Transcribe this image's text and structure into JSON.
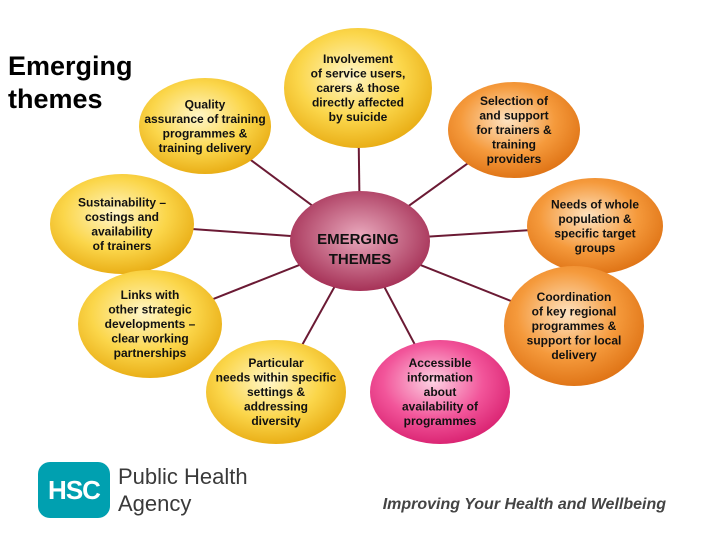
{
  "title": {
    "line1": "Emerging",
    "line2": "themes"
  },
  "center": {
    "lines": [
      "EMERGING",
      "THEMES"
    ]
  },
  "nodes": [
    {
      "id": "quality",
      "lines": [
        "Quality",
        "assurance of training",
        "programmes &",
        "training delivery"
      ]
    },
    {
      "id": "involvement",
      "lines": [
        "Involvement",
        "of service users,",
        "carers & those",
        "directly affected",
        "by suicide"
      ]
    },
    {
      "id": "selection",
      "lines": [
        "Selection of",
        "and support",
        "for trainers &",
        "training",
        "providers"
      ]
    },
    {
      "id": "sustainability",
      "lines": [
        "Sustainability –",
        "costings and",
        "availability",
        "of trainers"
      ]
    },
    {
      "id": "needs",
      "lines": [
        "Needs of whole",
        "population &",
        "specific target",
        "groups"
      ]
    },
    {
      "id": "links",
      "lines": [
        "Links with",
        "other strategic",
        "developments –",
        "clear working",
        "partnerships"
      ]
    },
    {
      "id": "coordination",
      "lines": [
        "Coordination",
        "of key regional",
        "programmes &",
        "support for local",
        "delivery"
      ]
    },
    {
      "id": "particular",
      "lines": [
        "Particular",
        "needs within specific",
        "settings &",
        "addressing",
        "diversity"
      ]
    },
    {
      "id": "accessible",
      "lines": [
        "Accessible",
        "information",
        "about",
        "availability of",
        "programmes"
      ]
    }
  ],
  "colors": {
    "center": "#a0274e",
    "yellow": "#f5c21a",
    "orange": "#f08a22",
    "pink": "#ee3a86",
    "spoke": "#6b1a34"
  },
  "logo": {
    "badge": "HSC",
    "line1": "Public Health",
    "line2": "Agency"
  },
  "tagline": "Improving Your Health and Wellbeing"
}
